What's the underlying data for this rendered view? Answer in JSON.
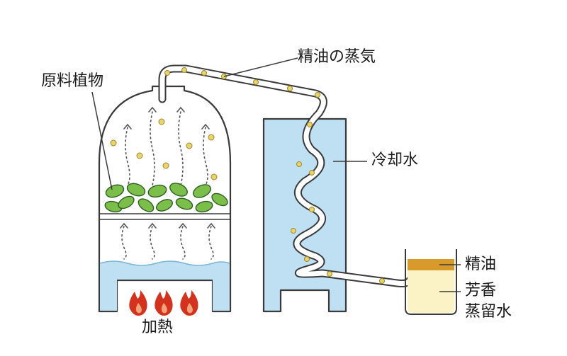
{
  "labels": {
    "raw_plant": "原料植物",
    "oil_vapor": "精油の蒸気",
    "cooling_water": "冷却水",
    "essential_oil": "精油",
    "floral_water_line1": "芳香",
    "floral_water_line2": "蒸留水",
    "heating": "加熱"
  },
  "colors": {
    "outline": "#3a3a3a",
    "water_blue": "#bfe0f3",
    "leaf_green": "#7bbf4a",
    "droplet_yellow": "#e9d36a",
    "flame_red": "#d2321e",
    "oil_amber": "#d89a2a",
    "floral_water_cream": "#fbf3c6"
  }
}
